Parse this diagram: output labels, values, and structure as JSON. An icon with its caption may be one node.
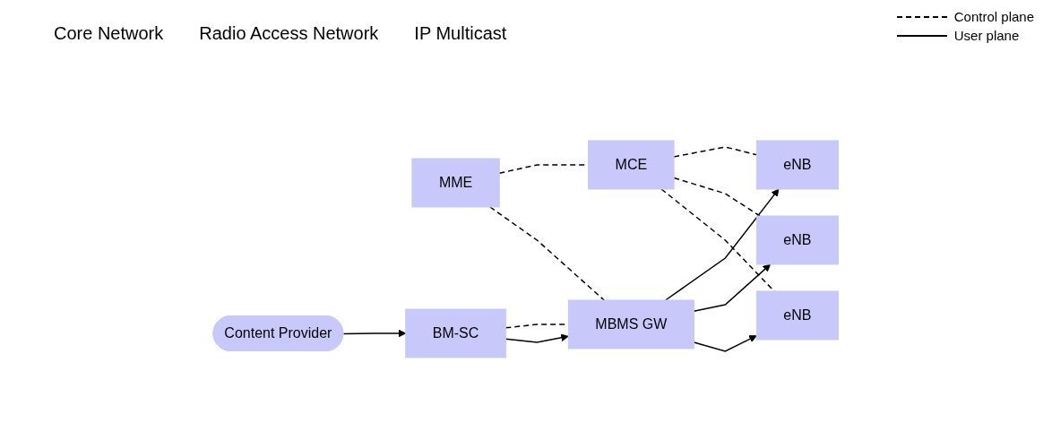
{
  "diagram": {
    "nodes": [
      {
        "text": [
          "Content Provider"
        ]
      },
      {
        "text": [
          "MME"
        ]
      },
      {
        "text": [
          "MCE"
        ]
      },
      {
        "text": [
          "BM-SC"
        ]
      },
      {
        "text": [
          "MBMS GW"
        ]
      },
      {
        "text": [
          "eNB"
        ]
      },
      {
        "text": [
          "eNB"
        ]
      },
      {
        "text": [
          "eNB"
        ]
      }
    ],
    "edges": [
      {
        "from": 0,
        "to": 3,
        "arrow": "to"
      },
      {
        "from": 1,
        "to": 2,
        "arrow": "none",
        "style": "dashed"
      },
      {
        "from": 1,
        "to": 4,
        "arrow": "none",
        "style": "dashed"
      },
      {
        "from": 3,
        "to": 4,
        "arrow": "none",
        "style": "dashed"
      },
      {
        "from": 3,
        "to": 4,
        "arrow": "to"
      },
      {
        "from": 4,
        "to": 5,
        "arrow": "to"
      },
      {
        "from": 4,
        "to": 6,
        "arrow": "to"
      },
      {
        "from": 4,
        "to": 7,
        "arrow": "to"
      },
      {
        "from": 2,
        "to": 5,
        "arrow": "none",
        "style": "dashed"
      },
      {
        "from": 2,
        "to": 6,
        "arrow": "none",
        "style": "dashed"
      },
      {
        "from": 2,
        "to": 7,
        "arrow": "none",
        "style": "dashed"
      }
    ],
    "labels": [
      "Core Network",
      "Radio Access Network",
      "IP Multicast"
    ],
    "legend": [
      {
        "text": "Control plane"
      },
      {
        "text": "User plane"
      }
    ]
  }
}
